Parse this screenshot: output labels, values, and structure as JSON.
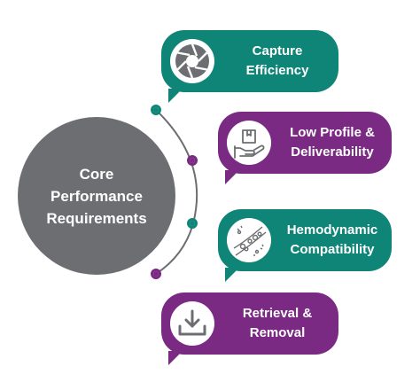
{
  "center": {
    "label": "Core\nPerformance\nRequirements"
  },
  "colors": {
    "teal": "#0e8577",
    "purple": "#7a2a83",
    "gray": "#6d6e71"
  },
  "items": [
    {
      "label": "Capture\nEfficiency",
      "icon": "aperture-icon",
      "color": "teal"
    },
    {
      "label": "Low Profile &\nDeliverability",
      "icon": "hand-holding-box-icon",
      "color": "purple"
    },
    {
      "label": "Hemodynamic\nCompatibility",
      "icon": "blood-flow-icon",
      "color": "teal"
    },
    {
      "label": "Retrieval &\nRemoval",
      "icon": "download-tray-icon",
      "color": "purple"
    }
  ]
}
